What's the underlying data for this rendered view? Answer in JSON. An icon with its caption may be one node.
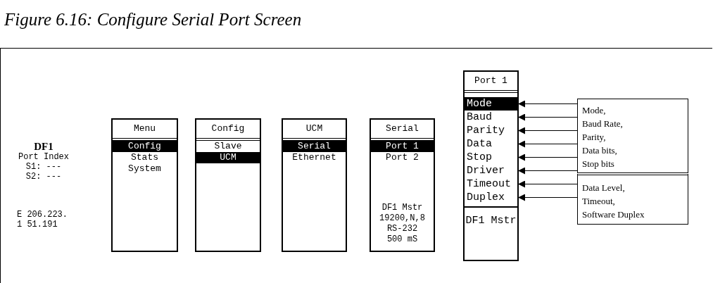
{
  "diagram": {
    "title": "Figure 6.16: Configure Serial Port Screen",
    "nodes": [
      {
        "text": [
          "Menu",
          "Config",
          "Stats",
          "System"
        ]
      },
      {
        "text": [
          "Config",
          "Slave",
          "UCM"
        ]
      },
      {
        "text": [
          "UCM",
          "Serial",
          "Ethernet"
        ]
      },
      {
        "text": [
          "Serial",
          "Port 1",
          "Port 2",
          "DF1 Mstr 19200,N,8 RS-232 500 mS"
        ]
      },
      {
        "text": [
          "Port 1",
          "DF1 Mstr"
        ]
      },
      {
        "text": [
          "Mode"
        ],
        "in": 4
      },
      {
        "text": [
          "Baud"
        ],
        "in": 4
      },
      {
        "text": [
          "Parity"
        ],
        "in": 4
      },
      {
        "text": [
          "Data"
        ],
        "in": 4
      },
      {
        "text": [
          "Stop"
        ],
        "in": 4
      },
      {
        "text": [
          "Driver"
        ],
        "in": 4
      },
      {
        "text": [
          "Timeout"
        ],
        "in": 4
      },
      {
        "text": [
          "Duplex"
        ],
        "in": 4
      },
      {
        "text": [
          "Mode, Baud Rate, Parity, Data bits, Stop bits"
        ]
      },
      {
        "text": [
          "Data Level, Timeout, Software Duplex"
        ]
      }
    ],
    "edges": [
      {
        "from": 13,
        "to": 5,
        "arrow": "to"
      },
      {
        "from": 13,
        "to": 6,
        "arrow": "to"
      },
      {
        "from": 13,
        "to": 7,
        "arrow": "to"
      },
      {
        "from": 13,
        "to": 8,
        "arrow": "to"
      },
      {
        "from": 13,
        "to": 9,
        "arrow": "to"
      },
      {
        "from": 14,
        "to": 10,
        "arrow": "to"
      },
      {
        "from": 14,
        "to": 11,
        "arrow": "to"
      },
      {
        "from": 14,
        "to": 12,
        "arrow": "to"
      }
    ],
    "labels": [
      "DF1",
      "Port Index",
      "S1: ---",
      "S2: ---",
      "E 206.223. 1 51.191"
    ]
  }
}
